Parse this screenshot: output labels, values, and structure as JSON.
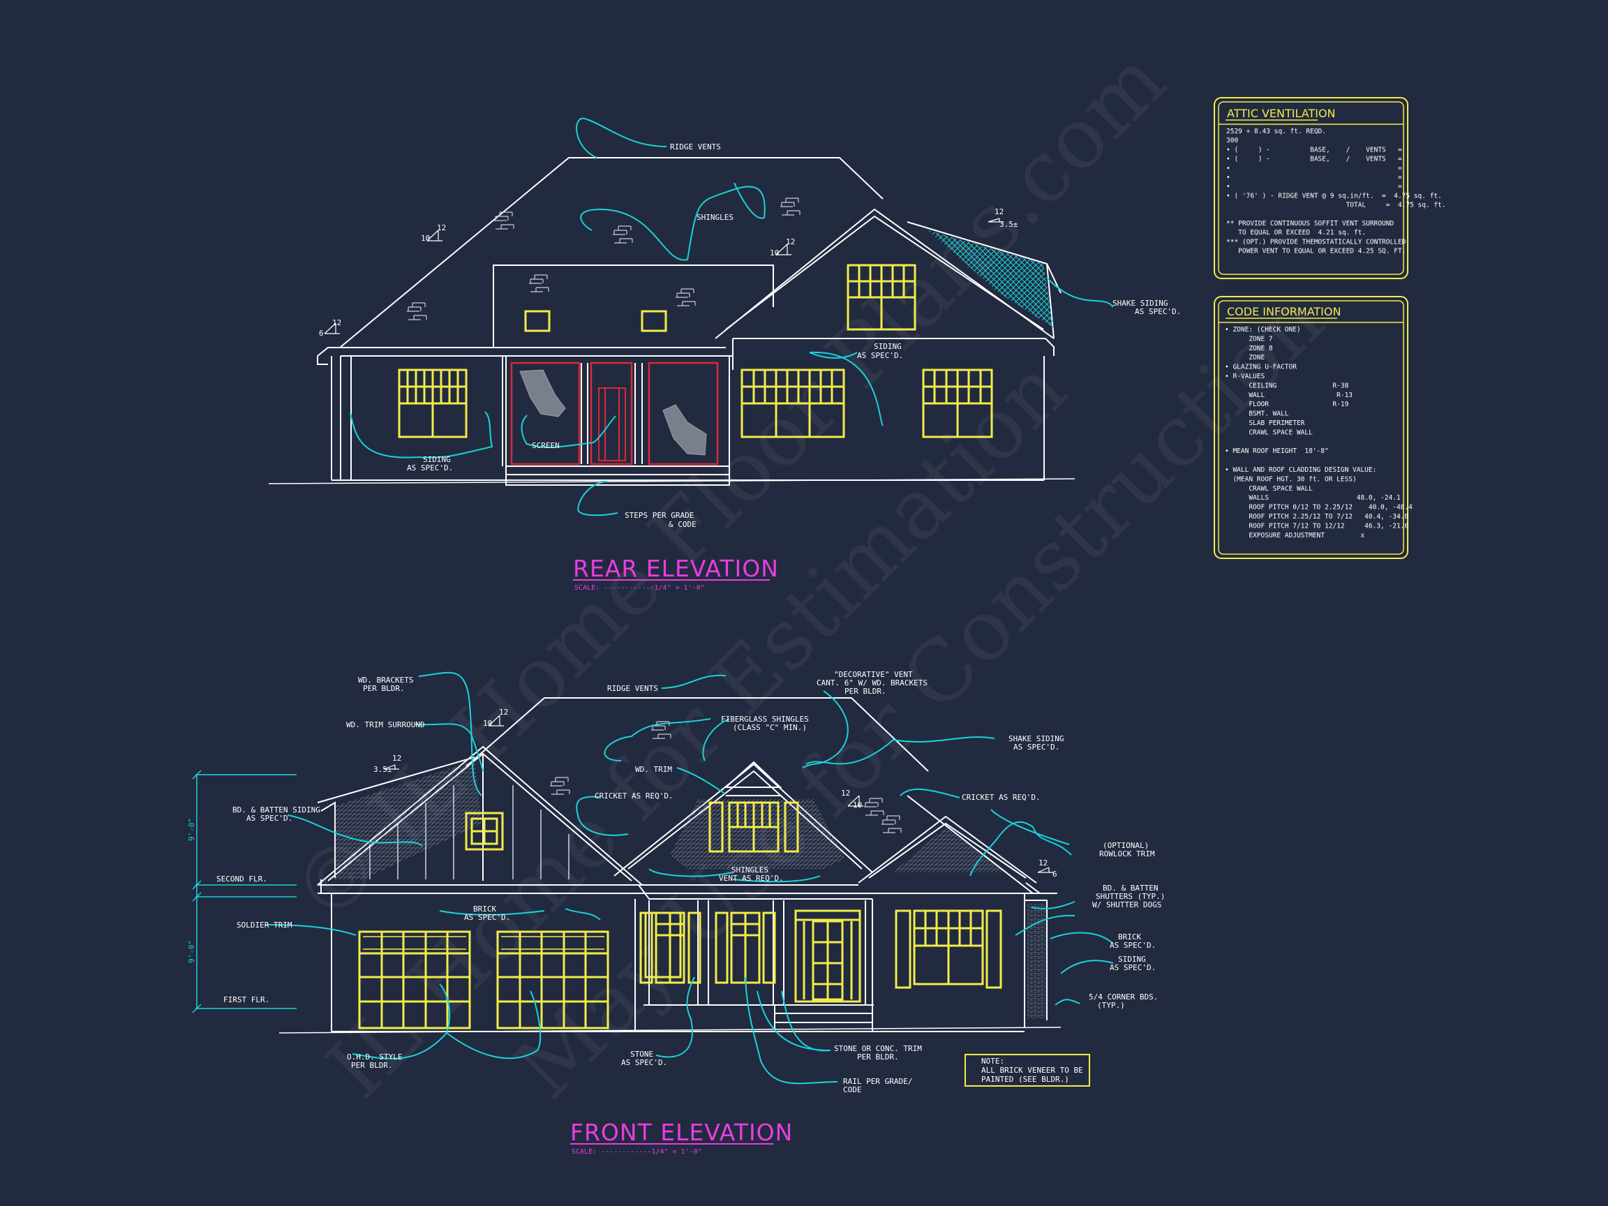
{
  "colors": {
    "background": "#222a3f",
    "linework": "#ffffff",
    "windows": "#f2ec4a",
    "leaders": "#19d3d9",
    "titles": "#e83ee0",
    "screen_frame": "#d8283a",
    "panel_border": "#f2ec4a"
  },
  "rear": {
    "title": "REAR ELEVATION",
    "scale": "SCALE: ------------1/4\" = 1'-0\"",
    "labels": {
      "ridge_vents": "RIDGE VENTS",
      "shingles": "SHINGLES",
      "shake_siding_1": "SHAKE SIDING",
      "shake_siding_2": "AS SPEC'D.",
      "siding_right_1": "SIDING",
      "siding_right_2": "AS SPEC'D.",
      "siding_left_1": "SIDING",
      "siding_left_2": "AS SPEC'D.",
      "screen": "SCREEN",
      "steps_1": "STEPS PER GRADE",
      "steps_2": "& CODE"
    },
    "pitches": {
      "p1_rise": "10",
      "p1_run": "12",
      "p2_rise": "6",
      "p2_run": "12",
      "p3_rise": "10",
      "p3_run": "12",
      "p4_rise": "3.5±",
      "p4_run": "12"
    }
  },
  "front": {
    "title": "FRONT ELEVATION",
    "scale": "SCALE: ------------1/4\" = 1'-0\"",
    "labels": {
      "wd_brackets_1": "WD. BRACKETS",
      "wd_brackets_2": "PER BLDR.",
      "wd_trim_surround": "WD. TRIM SURROUND",
      "ridge_vents": "RIDGE VENTS",
      "decorative_1": "\"DECORATIVE\" VENT",
      "decorative_2": "CANT. 6\" W/ WD. BRACKETS",
      "decorative_3": "PER BLDR.",
      "fiberglass_1": "FIBERGLASS SHINGLES",
      "fiberglass_2": "(CLASS \"C\" MIN.)",
      "shake_1": "SHAKE SIDING",
      "shake_2": "AS SPEC'D.",
      "wd_trim": "WD. TRIM",
      "cricket_left": "CRICKET AS REQ'D.",
      "cricket_right": "CRICKET AS REQ'D.",
      "bd_batten_1": "BD. & BATTEN SIDING",
      "bd_batten_2": "AS SPEC'D.",
      "second_flr": "SECOND FLR.",
      "first_flr": "FIRST FLR.",
      "soldier_trim": "SOLDIER TRIM",
      "brick_top_1": "BRICK",
      "brick_top_2": "AS SPEC'D.",
      "shingles_1": "SHINGLES",
      "shingles_2": "VENT AS REQ'D.",
      "optional_1": "(OPTIONAL)",
      "optional_2": "ROWLOCK TRIM",
      "shutters_1": "BD. & BATTEN",
      "shutters_2": "SHUTTERS (TYP.)",
      "shutters_3": "W/ SHUTTER DOGS",
      "brick_right_1": "BRICK",
      "brick_right_2": "AS SPEC'D.",
      "siding_right_1": "SIDING",
      "siding_right_2": "AS SPEC'D.",
      "corner_1": "5/4 CORNER BDS.",
      "corner_2": "(TYP.)",
      "ohd_1": "O.H.D. STYLE",
      "ohd_2": "PER BLDR.",
      "stone_1": "STONE",
      "stone_2": "AS SPEC'D.",
      "stone_trim_1": "STONE OR CONC. TRIM",
      "stone_trim_2": "PER BLDR.",
      "rail_1": "RAIL PER GRADE/",
      "rail_2": "CODE",
      "dim_upper": "9'-0\"",
      "dim_lower": "9'-0\""
    },
    "pitches": {
      "p1_rise": "10",
      "p1_run": "12",
      "p2_rise": "3.5±",
      "p2_run": "12",
      "p3_rise": "10",
      "p3_run": "12",
      "p4_rise": "6",
      "p4_run": "12"
    },
    "note": {
      "line1": "NOTE:",
      "line2": "ALL BRICK VENEER TO BE",
      "line3": "PAINTED (SEE BLDR.)"
    }
  },
  "attic_ventilation": {
    "title": "ATTIC VENTILATION",
    "lines": [
      "2529 ÷ 8.43 sq. ft. REQD.",
      "300",
      "• (     ) -          BASE,    /    VENTS   =",
      "• (     ) -          BASE,    /    VENTS   =",
      "•                                          =",
      "•                                          =",
      "•                                          =",
      "• ( '76' ) - RIDGE VENT @ 9 sq.in/ft.  =  4.75 sq. ft.",
      "                              TOTAL     =  4.75 sq. ft.",
      "",
      "** PROVIDE CONTINUOUS SOFFIT VENT SURROUND",
      "   TO EQUAL OR EXCEED  4.21 sq. ft.",
      "*** (OPT.) PROVIDE THEMOSTATICALLY CONTROLLED",
      "   POWER VENT TO EQUAL OR EXCEED 4.25 SQ. FT."
    ]
  },
  "code_information": {
    "title": "CODE INFORMATION",
    "lines": [
      "• ZONE: (CHECK ONE)",
      "      ZONE 7",
      "      ZONE 8",
      "      ZONE",
      "• GLAZING U-FACTOR",
      "• R-VALUES",
      "      CEILING              R-38",
      "      WALL                  R-13",
      "      FLOOR                R-19",
      "      BSMT. WALL",
      "      SLAB PERIMETER",
      "      CRAWL SPACE WALL",
      "",
      "• MEAN ROOF HEIGHT  18'-8\"",
      "",
      "• WALL AND ROOF CLADDING DESIGN VALUE:",
      "  (MEAN ROOF HGT. 30 ft. OR LESS)",
      "      CRAWL SPACE WALL",
      "      WALLS                      48.0, -24.1",
      "      ROOF PITCH 0/12 TO 2.25/12    40.0, -48.4",
      "      ROOF PITCH 2.25/12 TO 7/12   40.4, -34.8",
      "      ROOF PITCH 7/12 TO 12/12     46.3, -21.0",
      "      EXPOSURE ADJUSTMENT         x"
    ]
  },
  "watermarks": [
    "© IL Home Floor Plans.com",
    "May Use for Construction",
    "IL Home for Estimation"
  ]
}
